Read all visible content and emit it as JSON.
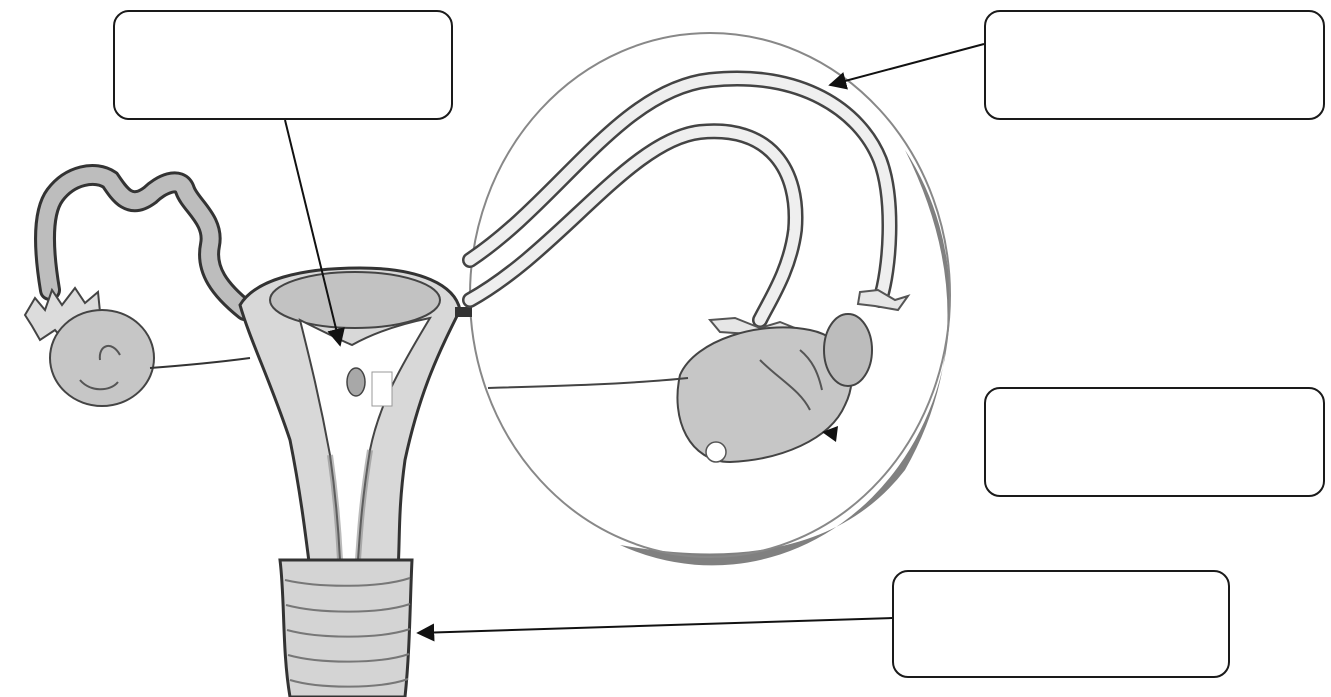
{
  "diagram": {
    "subject": "female-reproductive-system",
    "colors": {
      "outline": "#333333",
      "tissue_fill": "#cfcfcf",
      "tissue_light": "#e2e2e2",
      "circle_shadow": "#6a6a6a",
      "arrow": "#111111",
      "background": "#ffffff"
    },
    "labels": [
      {
        "id": "top-left",
        "text": ""
      },
      {
        "id": "top-right",
        "text": ""
      },
      {
        "id": "mid-right",
        "text": ""
      },
      {
        "id": "bottom-right",
        "text": ""
      }
    ]
  }
}
